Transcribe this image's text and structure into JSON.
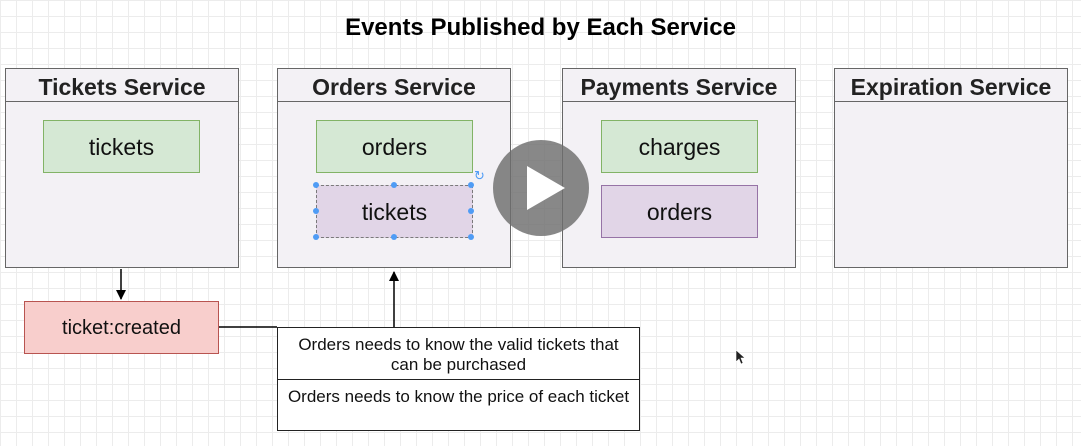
{
  "title": "Events Published by Each Service",
  "services": [
    {
      "name": "Tickets Service",
      "collections": [
        "tickets"
      ]
    },
    {
      "name": "Orders Service",
      "collections": [
        "orders",
        "tickets"
      ]
    },
    {
      "name": "Payments Service",
      "collections": [
        "charges",
        "orders"
      ]
    },
    {
      "name": "Expiration Service",
      "collections": []
    }
  ],
  "event": {
    "label": "ticket:created"
  },
  "notes": [
    "Orders needs to know the valid tickets that can be purchased",
    "Orders needs to know the price of each ticket"
  ],
  "colors": {
    "own_collection_fill": "#d5e8d4",
    "own_collection_border": "#82b366",
    "replica_collection_fill": "#e1d5e7",
    "replica_collection_border": "#9673a6",
    "event_fill": "#f8cecc",
    "event_border": "#b85450",
    "service_fill": "#f3f1f5",
    "selection_handle": "#4f9cf5"
  },
  "icons": {
    "play": "play-icon",
    "rotate": "rotate-icon",
    "cursor": "mouse-cursor-icon"
  }
}
